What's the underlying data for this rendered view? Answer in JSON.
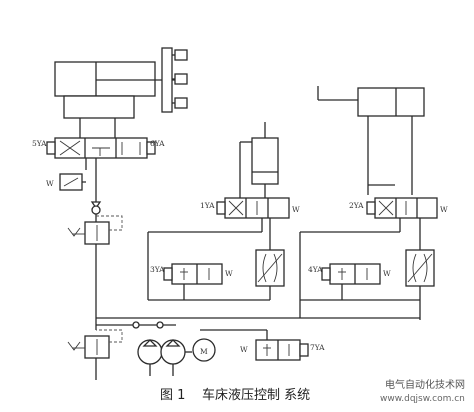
{
  "caption": {
    "figure_label": "图 1",
    "title": "车床液压控制 系统"
  },
  "watermark": {
    "name": "电气自动化技术网",
    "url": "www.dqjsw.com.cn"
  },
  "labels": {
    "v5": "5YA",
    "v6": "6YA",
    "v1": "1YA",
    "v2": "2YA",
    "v3": "3YA",
    "v4": "4YA",
    "v7": "7YA",
    "motor": "M",
    "spring": "W"
  }
}
